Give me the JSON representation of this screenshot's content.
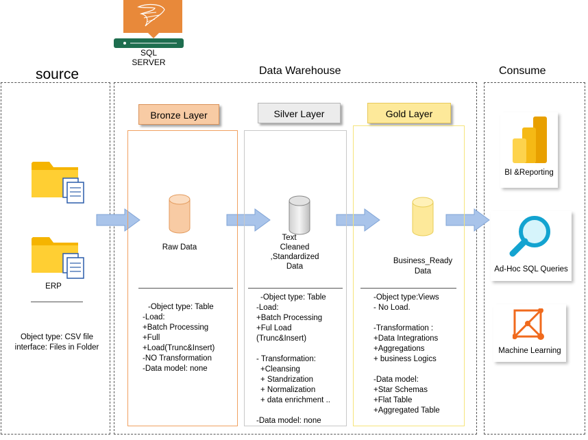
{
  "sql_server": {
    "line1": "SQL",
    "line2": "SERVER"
  },
  "source": {
    "title": "source",
    "erp_label": "ERP",
    "desc_line1": "Object type: CSV file",
    "desc_line2": "interface: Files in Folder"
  },
  "warehouse": {
    "title": "Data Warehouse",
    "bronze": {
      "label": "Bronze Layer",
      "data_label": "Raw Data",
      "details": [
        "-Object type: Table",
        "-Load:",
        "+Batch Processing",
        "+Full",
        "+Load(Trunc&Insert)",
        "-NO Transformation",
        "-Data model: none"
      ]
    },
    "silver": {
      "label": "Silver Layer",
      "data_label_lines": [
        "Text",
        "Cleaned",
        ",Standardized",
        "Data"
      ],
      "details": [
        "-Object type: Table",
        "-Load:",
        "+Batch Processing",
        "+Ful Load",
        "(Trunc&Insert)",
        "",
        "- Transformation:",
        "+Cleansing",
        "+ Standrization",
        "+ Normalization",
        "+ data enrichment ..",
        "",
        "-Data model: none"
      ]
    },
    "gold": {
      "label": "Gold Layer",
      "data_label_lines": [
        "Business_Ready",
        "Data"
      ],
      "details": [
        "-Object type:Views",
        "- No Load.",
        "",
        "-Transformation :",
        "+Data Integrations",
        "+Aggregations",
        "+ business Logics",
        "",
        "-Data model:",
        "+Star Schemas",
        "+Flat Table",
        "+Aggregated Table"
      ]
    }
  },
  "consume": {
    "title": "Consume",
    "bi": "BI &Reporting",
    "adhoc": "Ad-Hoc SQL Queries",
    "ml": "Machine Learning"
  },
  "colors": {
    "bronze_fill": "#f8cba4",
    "bronze_border": "#f0a060",
    "silver_fill": "#ececec",
    "silver_border": "#c8c8c8",
    "gold_fill": "#fde99a",
    "gold_border": "#f5e47a",
    "arrow": "#a9c4ea",
    "sql_orange": "#e8893a",
    "sql_green": "#1e6e4f"
  },
  "icons": [
    "sql-server-icon",
    "folder-document-icon",
    "powerbi-icon",
    "magnifier-icon",
    "machine-learning-icon",
    "database-cylinder-icon",
    "right-arrow-icon"
  ]
}
